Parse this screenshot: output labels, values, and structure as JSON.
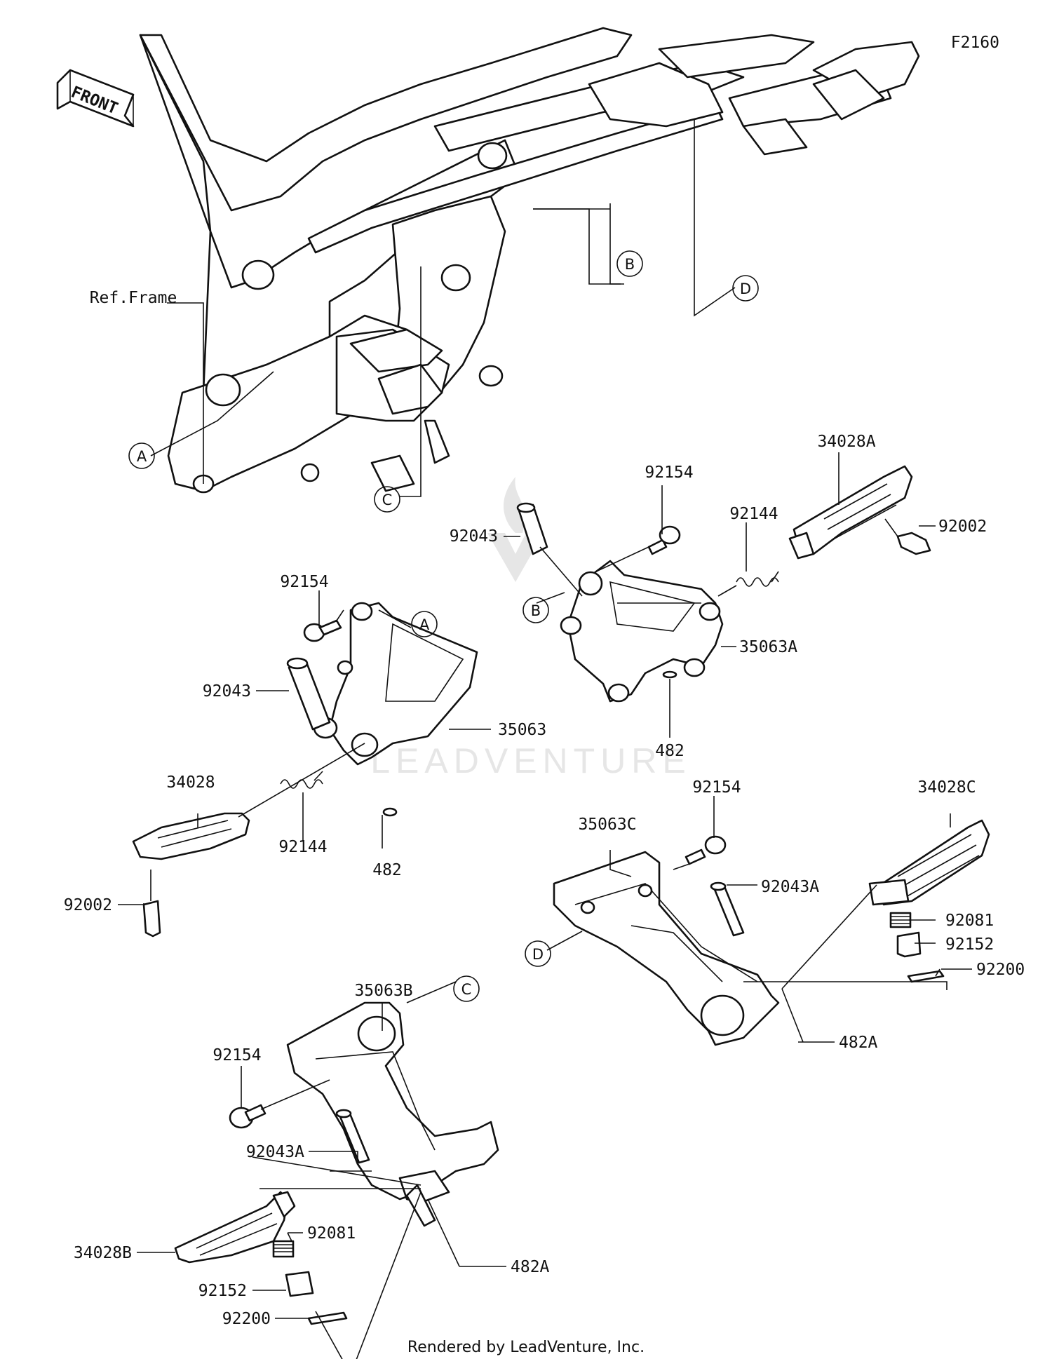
{
  "diagram_code": "F2160",
  "front_label": "FRONT",
  "frame_label": "Ref.Frame",
  "footer": "Rendered by LeadVenture, Inc.",
  "watermark": "LEADVENTURE",
  "reference_markers": [
    "A",
    "B",
    "C",
    "D"
  ],
  "parts": {
    "p34028A": "34028A",
    "p34028": "34028",
    "p34028B": "34028B",
    "p34028C": "34028C",
    "p35063": "35063",
    "p35063A": "35063A",
    "p35063B": "35063B",
    "p35063C": "35063C",
    "p92154": "92154",
    "p92043": "92043",
    "p92043A": "92043A",
    "p92144": "92144",
    "p92002": "92002",
    "p482": "482",
    "p482A": "482A",
    "p92081": "92081",
    "p92152": "92152",
    "p92200": "92200"
  },
  "colors": {
    "line": "#111111",
    "background": "#ffffff",
    "watermark": "#e6e6e6"
  }
}
